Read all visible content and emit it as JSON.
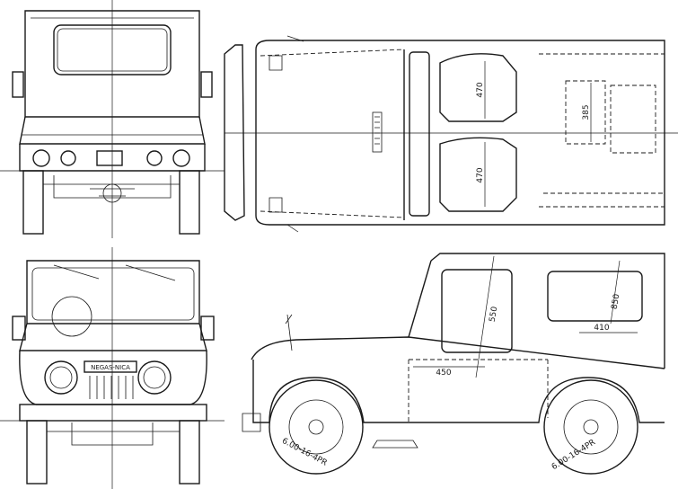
{
  "views": {
    "rear": {},
    "top": {
      "dims": {
        "seat_front": "470",
        "seat_rear": "470",
        "bench_depth": "385"
      }
    },
    "front": {
      "plate": "NEGAS-NICA"
    },
    "side": {
      "dims": {
        "door_height": "550",
        "door_width": "450",
        "rear_height": "850",
        "rear_width": "410"
      },
      "tire_front": "6.00-16-4PR",
      "tire_rear": "6.00-16-4PR"
    }
  }
}
